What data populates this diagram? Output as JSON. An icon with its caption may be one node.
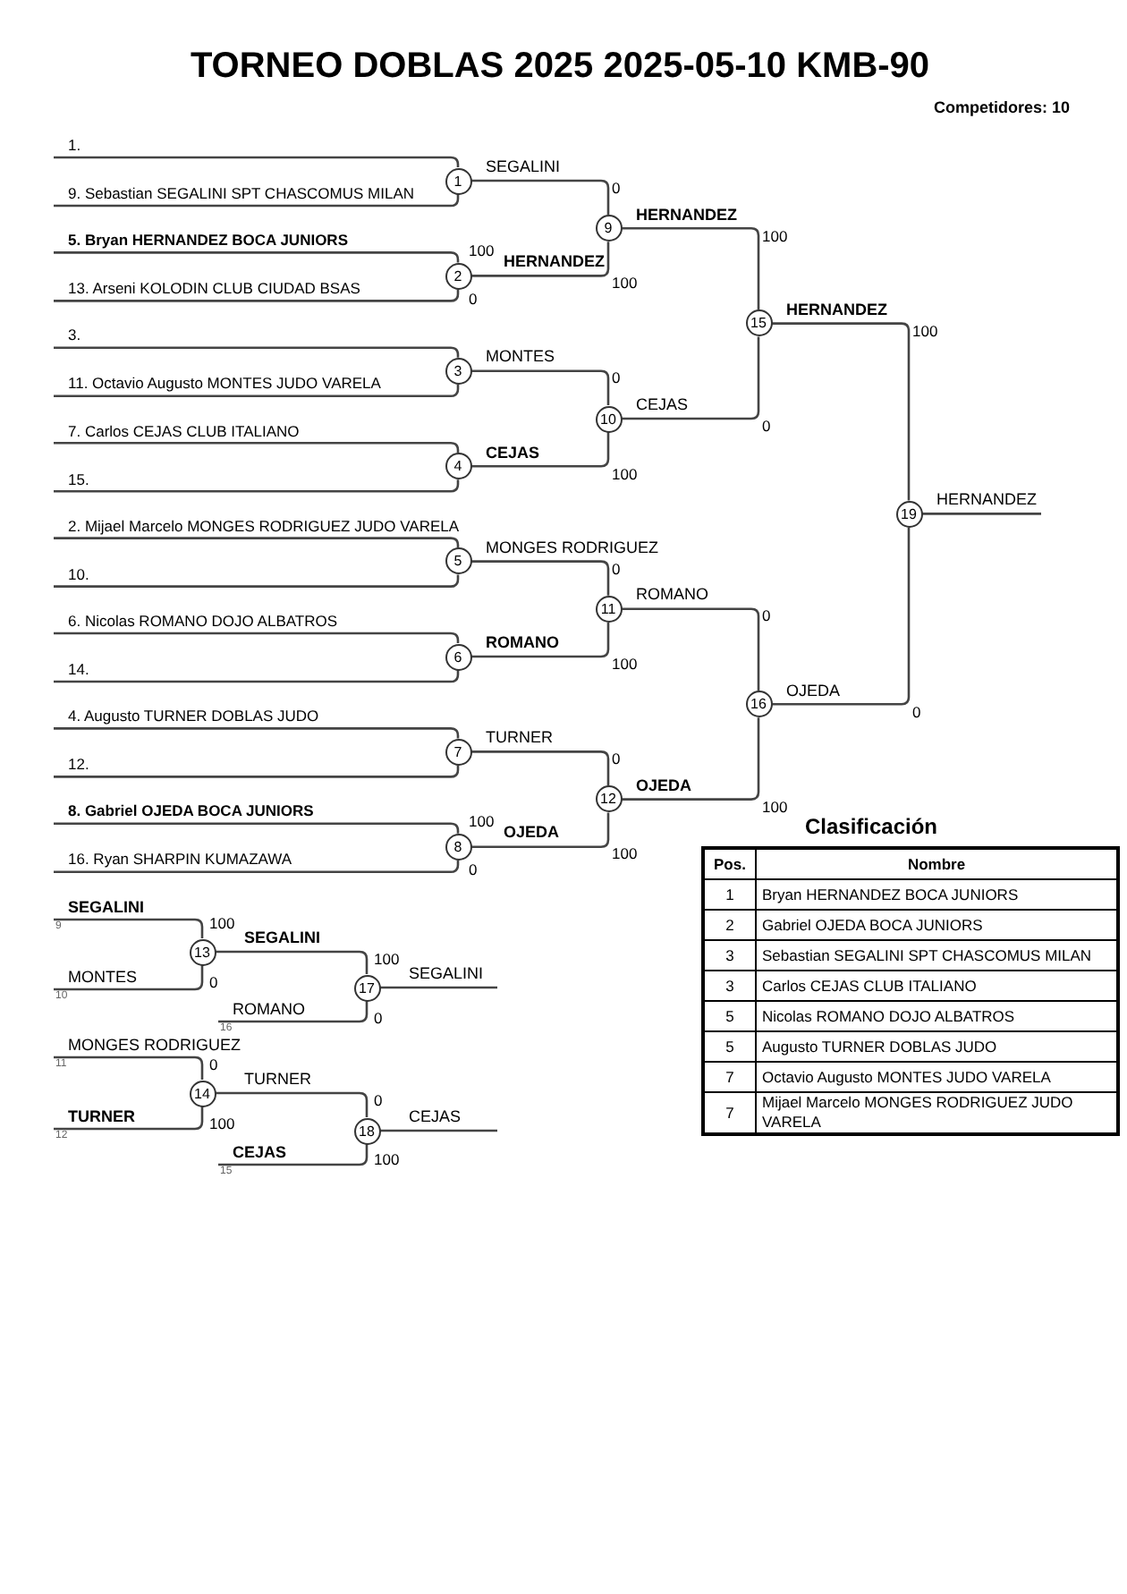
{
  "diagram": {
    "title": "TORNEO DOBLAS 2025 2025-05-10 KMB-90",
    "nodes": [
      {
        "text": [
          "1."
        ]
      },
      {
        "text": [
          "9. Sebastian SEGALINI SPT CHASCOMUS MILAN"
        ]
      },
      {
        "text": [
          "5. Bryan HERNANDEZ BOCA JUNIORS"
        ]
      },
      {
        "text": [
          "13. Arseni KOLODIN CLUB CIUDAD BSAS"
        ]
      },
      {
        "text": [
          "3."
        ]
      },
      {
        "text": [
          "11. Octavio Augusto MONTES JUDO VARELA"
        ]
      },
      {
        "text": [
          "7. Carlos CEJAS CLUB ITALIANO"
        ]
      },
      {
        "text": [
          "15."
        ]
      },
      {
        "text": [
          "2. Mijael Marcelo MONGES RODRIGUEZ JUDO VARELA"
        ]
      },
      {
        "text": [
          "10."
        ]
      },
      {
        "text": [
          "6. Nicolas ROMANO DOJO ALBATROS"
        ]
      },
      {
        "text": [
          "14."
        ]
      },
      {
        "text": [
          "4. Augusto TURNER DOBLAS JUDO"
        ]
      },
      {
        "text": [
          "12."
        ]
      },
      {
        "text": [
          "8. Gabriel OJEDA BOCA JUNIORS"
        ]
      },
      {
        "text": [
          "16. Ryan SHARPIN KUMAZAWA"
        ]
      },
      {
        "text": [
          "1"
        ]
      },
      {
        "text": [
          "2"
        ]
      },
      {
        "text": [
          "3"
        ]
      },
      {
        "text": [
          "4"
        ]
      },
      {
        "text": [
          "5"
        ]
      },
      {
        "text": [
          "6"
        ]
      },
      {
        "text": [
          "7"
        ]
      },
      {
        "text": [
          "8"
        ]
      },
      {
        "text": [
          "9"
        ]
      },
      {
        "text": [
          "10"
        ]
      },
      {
        "text": [
          "11"
        ]
      },
      {
        "text": [
          "12"
        ]
      },
      {
        "text": [
          "13"
        ]
      },
      {
        "text": [
          "14"
        ]
      },
      {
        "text": [
          "15"
        ]
      },
      {
        "text": [
          "16"
        ]
      },
      {
        "text": [
          "17"
        ]
      },
      {
        "text": [
          "18"
        ]
      },
      {
        "text": [
          "19"
        ]
      },
      {
        "text": [
          "SEGALINI"
        ]
      },
      {
        "text": [
          "MONTES"
        ]
      },
      {
        "text": [
          "ROMANO"
        ]
      },
      {
        "text": [
          "MONGES RODRIGUEZ"
        ]
      },
      {
        "text": [
          "TURNER"
        ]
      },
      {
        "text": [
          "CEJAS"
        ]
      }
    ],
    "edges": [
      {
        "from": 0,
        "to": 16,
        "arrow": "none"
      },
      {
        "from": 1,
        "to": 16,
        "arrow": "none"
      },
      {
        "from": 2,
        "to": 17,
        "arrow": "none"
      },
      {
        "from": 3,
        "to": 17,
        "arrow": "none"
      },
      {
        "from": 4,
        "to": 18,
        "arrow": "none"
      },
      {
        "from": 5,
        "to": 18,
        "arrow": "none"
      },
      {
        "from": 6,
        "to": 19,
        "arrow": "none"
      },
      {
        "from": 7,
        "to": 19,
        "arrow": "none"
      },
      {
        "from": 8,
        "to": 20,
        "arrow": "none"
      },
      {
        "from": 9,
        "to": 20,
        "arrow": "none"
      },
      {
        "from": 10,
        "to": 21,
        "arrow": "none"
      },
      {
        "from": 11,
        "to": 21,
        "arrow": "none"
      },
      {
        "from": 12,
        "to": 22,
        "arrow": "none"
      },
      {
        "from": 13,
        "to": 22,
        "arrow": "none"
      },
      {
        "from": 14,
        "to": 23,
        "arrow": "none"
      },
      {
        "from": 15,
        "to": 23,
        "arrow": "none"
      },
      {
        "from": 16,
        "to": 24,
        "arrow": "none",
        "label": "SEGALINI"
      },
      {
        "from": 17,
        "to": 24,
        "arrow": "none",
        "label": "HERNANDEZ"
      },
      {
        "from": 18,
        "to": 25,
        "arrow": "none",
        "label": "MONTES"
      },
      {
        "from": 19,
        "to": 25,
        "arrow": "none",
        "label": "CEJAS"
      },
      {
        "from": 20,
        "to": 26,
        "arrow": "none",
        "label": "MONGES RODRIGUEZ"
      },
      {
        "from": 21,
        "to": 26,
        "arrow": "none",
        "label": "ROMANO"
      },
      {
        "from": 22,
        "to": 27,
        "arrow": "none",
        "label": "TURNER"
      },
      {
        "from": 23,
        "to": 27,
        "arrow": "none",
        "label": "OJEDA"
      },
      {
        "from": 24,
        "to": 30,
        "arrow": "none",
        "label": "HERNANDEZ"
      },
      {
        "from": 25,
        "to": 30,
        "arrow": "none",
        "label": "CEJAS"
      },
      {
        "from": 26,
        "to": 31,
        "arrow": "none",
        "label": "ROMANO"
      },
      {
        "from": 27,
        "to": 31,
        "arrow": "none",
        "label": "OJEDA"
      },
      {
        "from": 30,
        "to": 34,
        "arrow": "none",
        "label": "HERNANDEZ"
      },
      {
        "from": 31,
        "to": 34,
        "arrow": "none",
        "label": "OJEDA"
      },
      {
        "from": 34,
        "to": null,
        "arrow": "none",
        "label": "HERNANDEZ"
      },
      {
        "from": 35,
        "to": 28,
        "arrow": "none"
      },
      {
        "from": 36,
        "to": 28,
        "arrow": "none"
      },
      {
        "from": 28,
        "to": 32,
        "arrow": "none",
        "label": "SEGALINI"
      },
      {
        "from": 37,
        "to": 32,
        "arrow": "none"
      },
      {
        "from": 32,
        "to": null,
        "arrow": "none",
        "label": "SEGALINI"
      },
      {
        "from": 38,
        "to": 29,
        "arrow": "none"
      },
      {
        "from": 39,
        "to": 29,
        "arrow": "none"
      },
      {
        "from": 29,
        "to": 33,
        "arrow": "none",
        "label": "TURNER"
      },
      {
        "from": 40,
        "to": 33,
        "arrow": "none"
      },
      {
        "from": 33,
        "to": null,
        "arrow": "none",
        "label": "CEJAS"
      }
    ],
    "labels": [
      "Competidores: 10",
      "100",
      "0",
      "0",
      "100",
      "100",
      "0",
      "100",
      "0",
      "100",
      "0",
      "100",
      "0",
      "100",
      "0",
      "0",
      "100",
      "100",
      "0",
      "9",
      "100",
      "100",
      "10",
      "0",
      "16",
      "0",
      "11",
      "0",
      "0",
      "100",
      "12",
      "15",
      "100",
      "Clasificación",
      "Pos.",
      "Nombre",
      "1",
      "Bryan HERNANDEZ BOCA JUNIORS",
      "2",
      "Gabriel OJEDA BOCA JUNIORS",
      "3",
      "Sebastian SEGALINI SPT CHASCOMUS MILAN",
      "3",
      "Carlos CEJAS CLUB ITALIANO",
      "5",
      "Nicolas ROMANO DOJO ALBATROS",
      "5",
      "Augusto TURNER DOBLAS JUDO",
      "7",
      "Octavio Augusto MONTES JUDO VARELA",
      "7",
      "Mijael Marcelo MONGES RODRIGUEZ JUDO VARELA"
    ]
  }
}
